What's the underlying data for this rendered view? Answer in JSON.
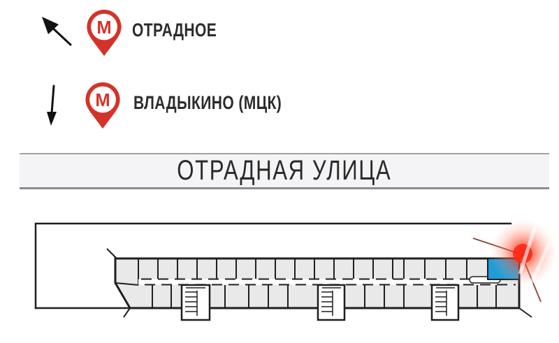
{
  "stations": [
    {
      "name": "ОТРАДНОЕ",
      "direction_arrow": "up-left"
    },
    {
      "name": "ВЛАДЫКИНО (МЦК)",
      "direction_arrow": "down"
    }
  ],
  "metro_letter": "М",
  "street_name": "ОТРАДНАЯ УЛИЦА",
  "floor_plan": {
    "highlighted_unit": "corner unit at top-right of building",
    "marker": "red glow location marker at top-right corner"
  },
  "colors": {
    "metro_red": "#d4332a",
    "unit_highlight_blue": "#1f9cd6",
    "marker_glow_red": "#ff2a12",
    "pointer_line_red": "#8a4038",
    "wall_dark": "#1f1f1f",
    "room_fill_gray": "#e9e9e9",
    "banner_fill": "#f4f4f6",
    "banner_border": "#a2a3a7"
  }
}
